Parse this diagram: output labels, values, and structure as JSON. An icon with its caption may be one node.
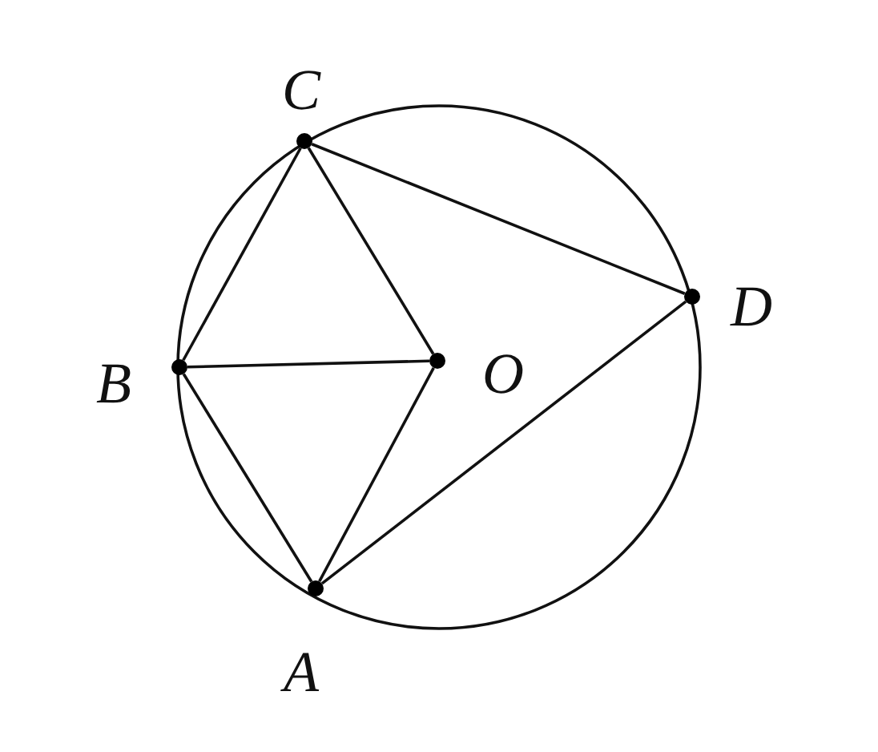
{
  "diagram": {
    "nodes": [
      {
        "text": [
          "C"
        ]
      },
      {
        "text": [
          "D"
        ]
      },
      {
        "text": [
          "B"
        ]
      },
      {
        "text": [
          "O"
        ]
      },
      {
        "text": [
          "A"
        ]
      }
    ],
    "edges": [
      {
        "from": 0,
        "to": 2,
        "arrow": "none"
      },
      {
        "from": 0,
        "to": 3,
        "arrow": "none"
      },
      {
        "from": 0,
        "to": 1,
        "arrow": "none"
      },
      {
        "from": 2,
        "to": 3,
        "arrow": "none"
      },
      {
        "from": 2,
        "to": 4,
        "arrow": "none"
      },
      {
        "from": 4,
        "to": 3,
        "arrow": "none"
      },
      {
        "from": 4,
        "to": 1,
        "arrow": "none"
      }
    ]
  }
}
